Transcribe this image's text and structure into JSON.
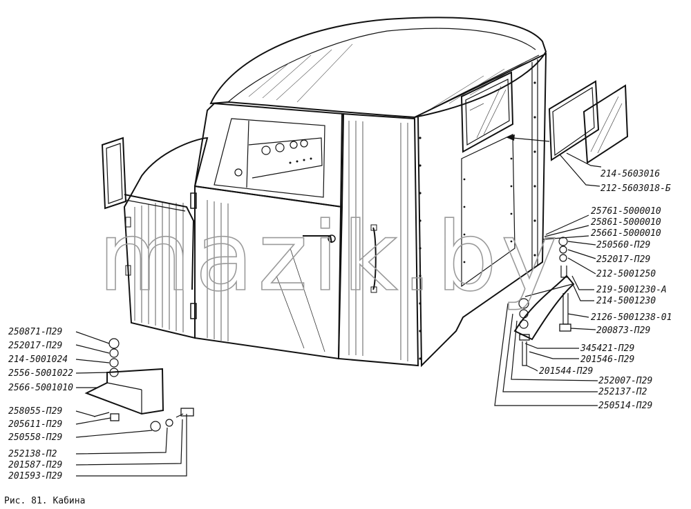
{
  "diagram": {
    "caption": "Рис. 81. Кабина",
    "watermark": "mazik.by",
    "labels": {
      "l_214_5603016": "214-5603016",
      "l_212_5603018_b": "212-5603018-Б",
      "l_25761": "25761-5000010",
      "l_25861": "25861-5000010",
      "l_25661": "25661-5000010",
      "l_250560": "250560-П29",
      "l_252017_r": "252017-П29",
      "l_212_5001250": "212-5001250",
      "l_219_5001230_a": "219-5001230-А",
      "l_214_5001230": "214-5001230",
      "l_2126_5001238_01": "2126-5001238-01",
      "l_200873": "200873-П29",
      "l_345421": "345421-П29",
      "l_201546": "201546-П29",
      "l_201544": "201544-П29",
      "l_252007": "252007-П29",
      "l_252137": "252137-П2",
      "l_250514": "250514-П29",
      "l_250871": "250871-П29",
      "l_252017_l": "252017-П29",
      "l_214_5001024": "214-5001024",
      "l_2556_5001022": "2556-5001022",
      "l_2566_5001010": "2566-5001010",
      "l_258055": "258055-П29",
      "l_205611": "205611-П29",
      "l_250558": "250558-П29",
      "l_252138": "252138-П2",
      "l_201587": "201587-П29",
      "l_201593": "201593-П29"
    }
  }
}
